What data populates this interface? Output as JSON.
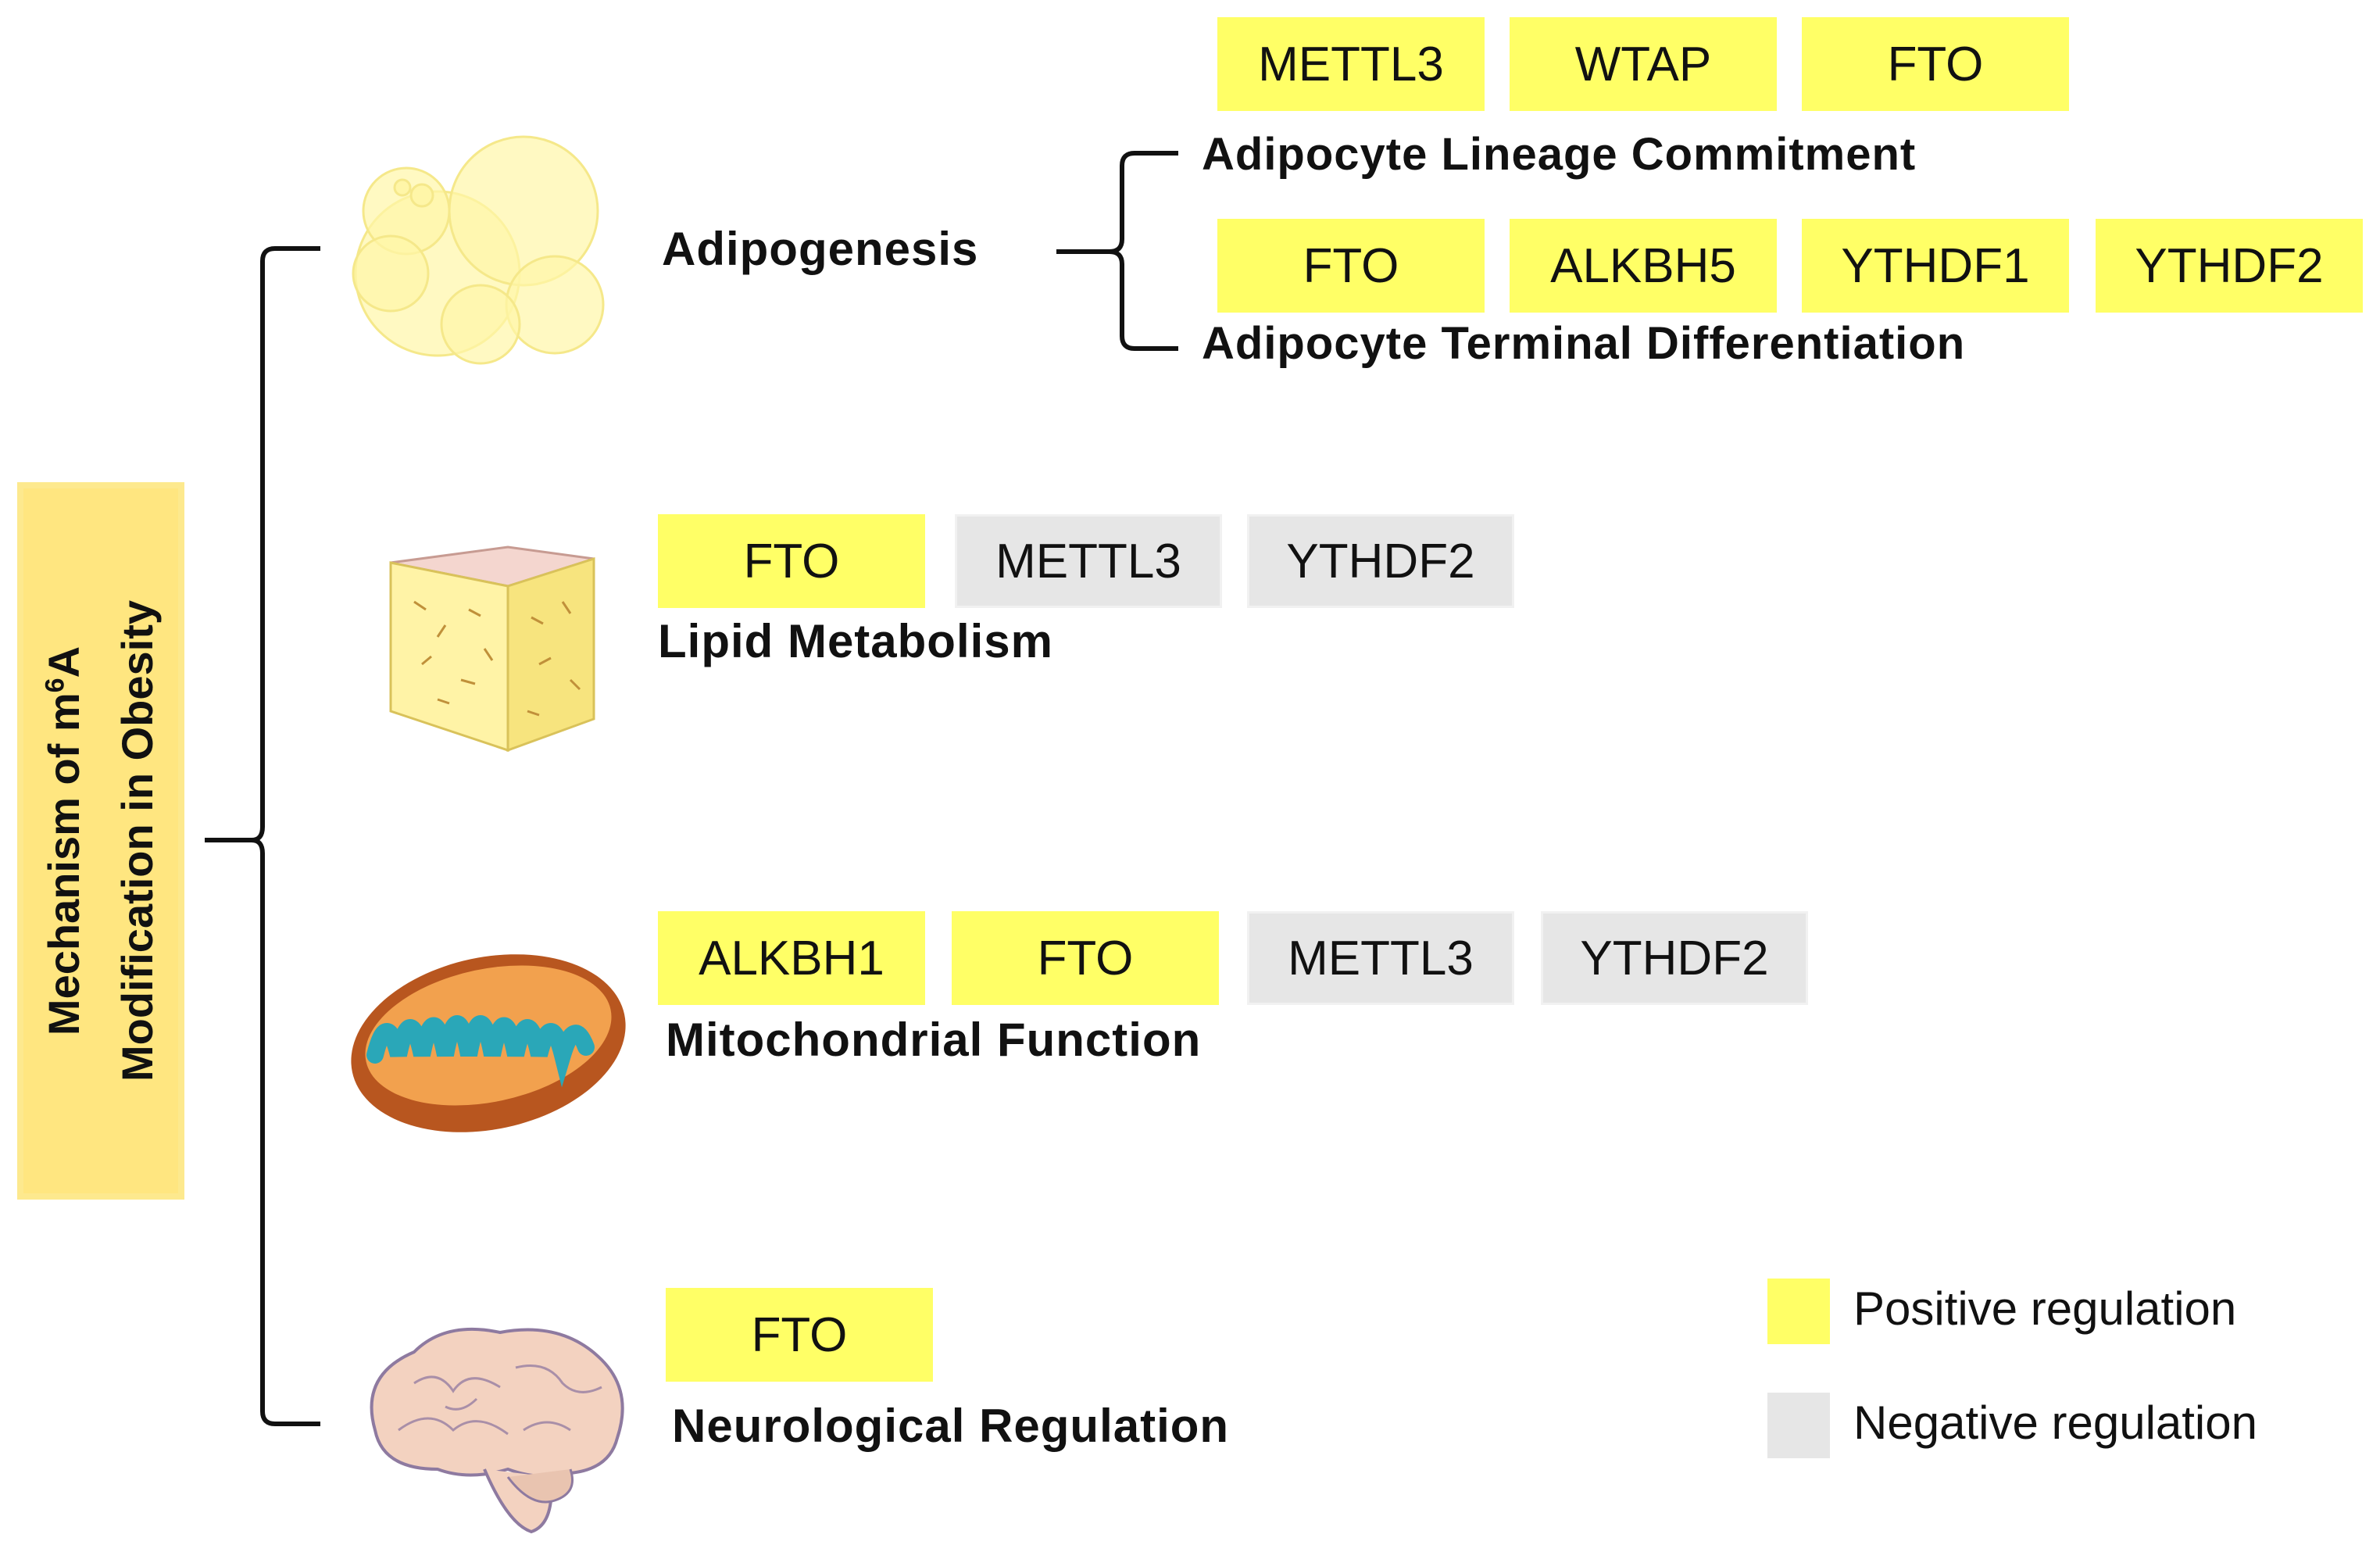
{
  "root": {
    "line1_prefix": "Mechanism of m",
    "superscript": "6",
    "line1_suffix": "A",
    "line2": "Modification in Obesity"
  },
  "categories": {
    "adipogenesis": {
      "label": "Adipogenesis",
      "icon": "adipocyte-cluster-icon",
      "subgroups": [
        {
          "label": "Adipocyte Lineage Commitment",
          "tags": [
            {
              "text": "METTL3",
              "reg": "positive"
            },
            {
              "text": "WTAP",
              "reg": "positive"
            },
            {
              "text": "FTO",
              "reg": "positive"
            }
          ]
        },
        {
          "label": "Adipocyte Terminal Differentiation",
          "tags": [
            {
              "text": "FTO",
              "reg": "positive"
            },
            {
              "text": "ALKBH5",
              "reg": "positive"
            },
            {
              "text": "YTHDF1",
              "reg": "positive"
            },
            {
              "text": "YTHDF2",
              "reg": "positive"
            }
          ]
        }
      ]
    },
    "lipid": {
      "label": "Lipid Metabolism",
      "icon": "adipose-tissue-block-icon",
      "tags": [
        {
          "text": "FTO",
          "reg": "positive"
        },
        {
          "text": "METTL3",
          "reg": "negative"
        },
        {
          "text": "YTHDF2",
          "reg": "negative"
        }
      ]
    },
    "mito": {
      "label": "Mitochondrial Function",
      "icon": "mitochondrion-icon",
      "tags": [
        {
          "text": "ALKBH1",
          "reg": "positive"
        },
        {
          "text": "FTO",
          "reg": "positive"
        },
        {
          "text": "METTL3",
          "reg": "negative"
        },
        {
          "text": "YTHDF2",
          "reg": "negative"
        }
      ]
    },
    "neuro": {
      "label": "Neurological Regulation",
      "icon": "brain-icon",
      "tags": [
        {
          "text": "FTO",
          "reg": "positive"
        }
      ]
    }
  },
  "legend": {
    "positive": {
      "label": "Positive regulation",
      "color": "#ffff66"
    },
    "negative": {
      "label": "Negative regulation",
      "color": "#e6e6e6"
    }
  }
}
